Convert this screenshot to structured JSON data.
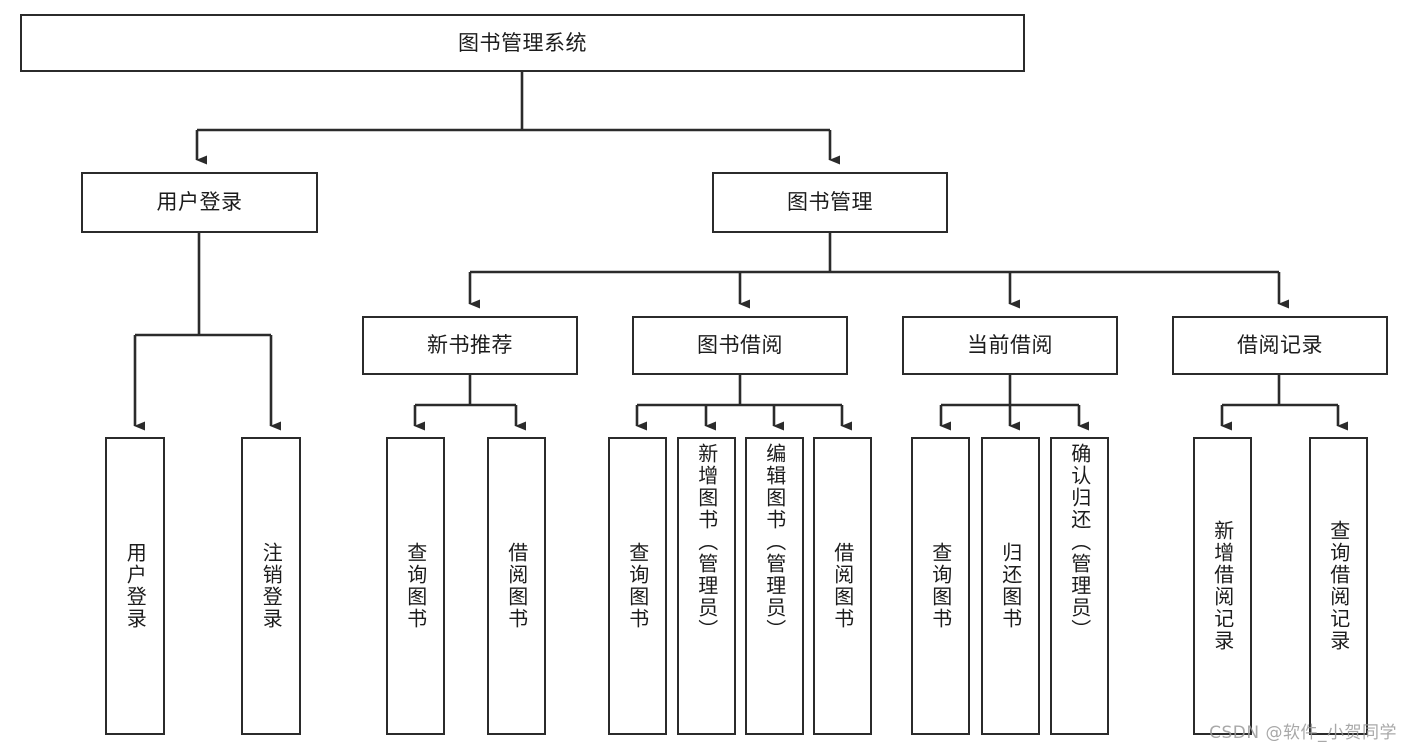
{
  "diagram": {
    "title": "图书管理系统",
    "type": "tree-hierarchy-diagram",
    "line_color": "#2b2b2b",
    "box_fill": "#ffffff",
    "text_color": "#1c1c1c",
    "root": {
      "label": "图书管理系统"
    },
    "level2": [
      {
        "label": "用户登录"
      },
      {
        "label": "图书管理"
      }
    ],
    "level3": [
      {
        "label": "新书推荐"
      },
      {
        "label": "图书借阅"
      },
      {
        "label": "当前借阅"
      },
      {
        "label": "借阅记录"
      }
    ],
    "leaves": {
      "user_login": [
        {
          "label": "用户登录"
        },
        {
          "label": "注销登录"
        }
      ],
      "new_book_recommend": [
        {
          "label": "查询图书"
        },
        {
          "label": "借阅图书"
        }
      ],
      "book_borrow": [
        {
          "label": "查询图书"
        },
        {
          "label": "新增图书（管理员）"
        },
        {
          "label": "编辑图书（管理员）"
        },
        {
          "label": "借阅图书"
        }
      ],
      "current_borrow": [
        {
          "label": "查询图书"
        },
        {
          "label": "归还图书"
        },
        {
          "label": "确认归还（管理员）"
        }
      ],
      "borrow_record": [
        {
          "label": "新增借阅记录"
        },
        {
          "label": "查询借阅记录"
        }
      ]
    }
  },
  "watermark": {
    "text": "CSDN @软件_小贺同学"
  }
}
